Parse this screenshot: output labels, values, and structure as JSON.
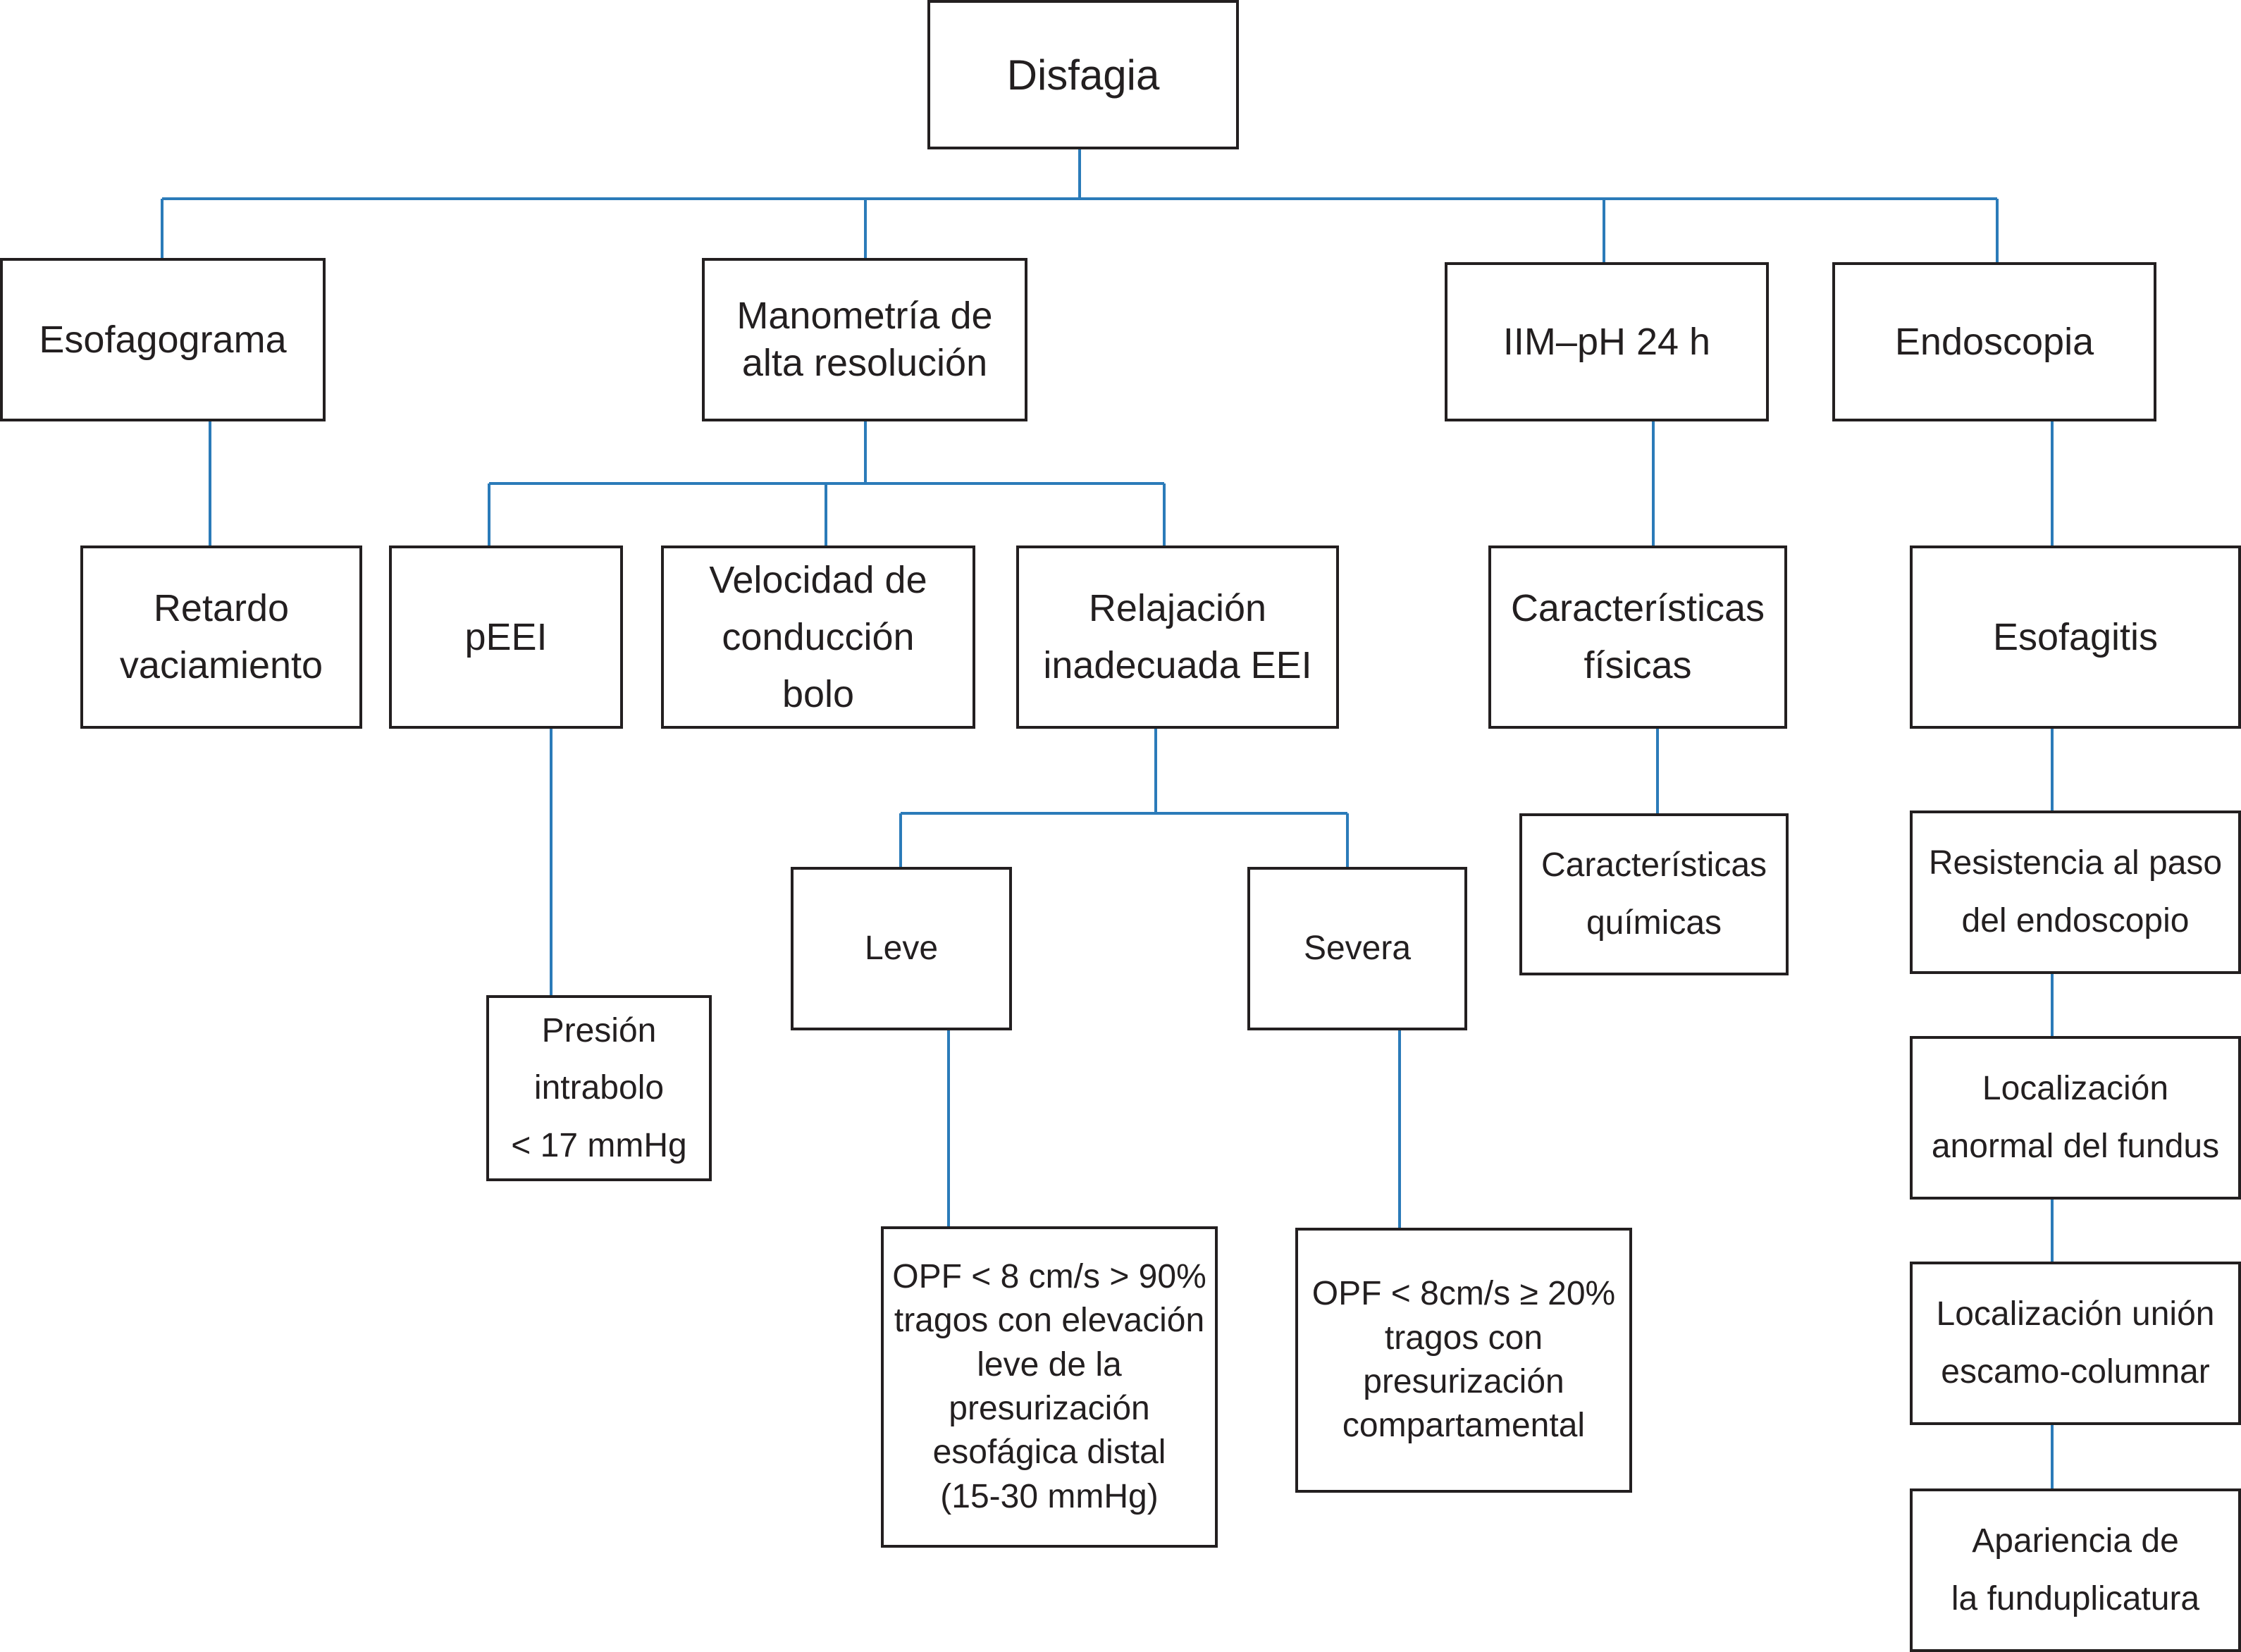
{
  "diagram": {
    "root": "Disfagia",
    "esofagograma": {
      "title": "Esofagograma",
      "child": "Retardo\nvaciamiento"
    },
    "manometria": {
      "title": "Manometría de\nalta resolución",
      "peei": "pEEI",
      "presion": "Presión\nintrabolo\n< 17 mmHg",
      "velocidad": "Velocidad de\nconducción\nbolo",
      "relajacion": "Relajación\ninadecuada EEI",
      "leve": "Leve",
      "leve_detail": "OPF < 8 cm/s > 90%\ntragos con elevación\nleve de la\npresurización\nesofágica distal\n(15-30 mmHg)",
      "severa": "Severa",
      "severa_detail": "OPF < 8cm/s ≥ 20%\ntragos con\npresurización\ncompartamental"
    },
    "iim": {
      "title": "IIM–pH 24 h",
      "fisicas": "Características\nfísicas",
      "quimicas": "Características\nquímicas"
    },
    "endoscopia": {
      "title": "Endoscopia",
      "esofagitis": "Esofagitis",
      "resistencia": "Resistencia al paso\ndel endoscopio",
      "fundus": "Localización\nanormal del fundus",
      "union": "Localización unión\nescamo-columnar",
      "apariencia": "Apariencia de\nla funduplicatura"
    }
  },
  "colors": {
    "connector": "#2b7bb9",
    "box_border": "#231f20",
    "text": "#231f20",
    "background": "#ffffff"
  }
}
